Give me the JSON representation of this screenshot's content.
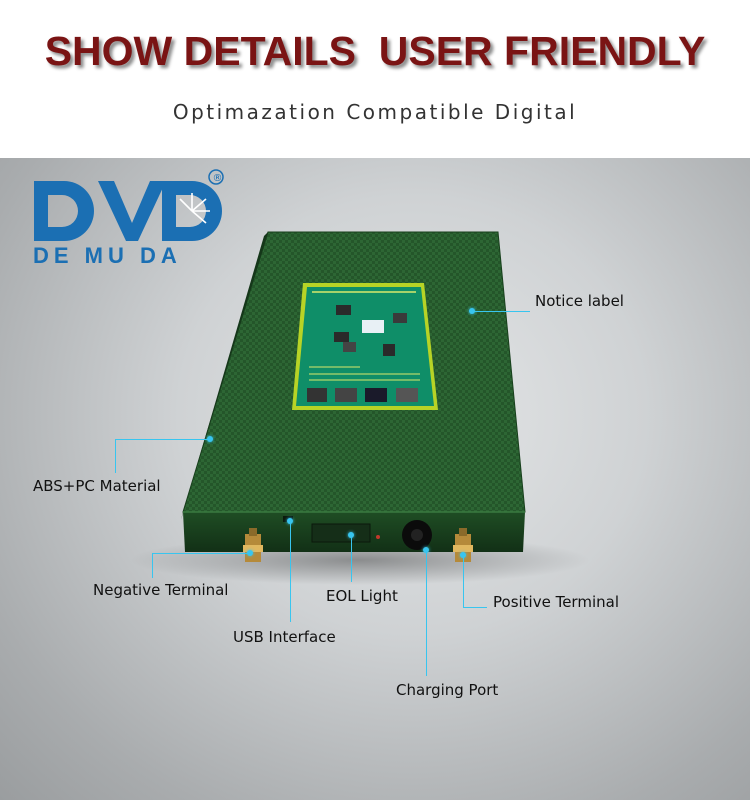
{
  "header": {
    "headline": "SHOW DETAILS  USER FRIENDLY",
    "subline": "Optimazation Compatible Digital"
  },
  "brand": {
    "logo_text": "DE MU DA",
    "registered_mark": "®",
    "color": "#1b6fb3"
  },
  "callouts": {
    "notice_label": "Notice label",
    "abs_pc_material": "ABS+PC Material",
    "negative_terminal": "Negative Terminal",
    "eol_light": "EOL Light",
    "positive_terminal": "Positive Terminal",
    "usb_interface": "USB Interface",
    "charging_port": "Charging Port"
  },
  "colors": {
    "headline": "#7a1414",
    "callout_line": "#38c5ef",
    "battery_case": "#1e4d1e"
  }
}
